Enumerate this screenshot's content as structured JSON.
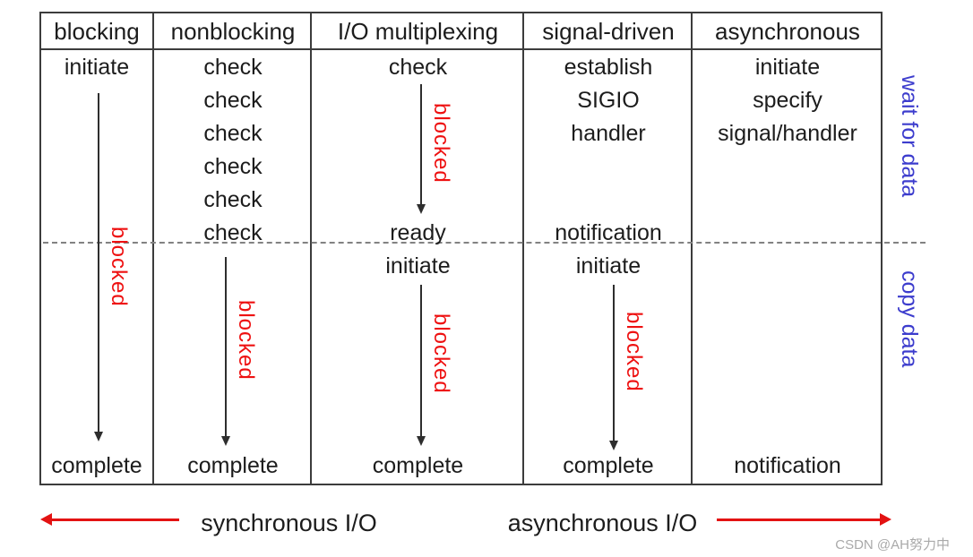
{
  "columns": [
    {
      "header": "blocking",
      "initiate": "initiate",
      "blocked": "blocked",
      "complete": "complete"
    },
    {
      "header": "nonblocking",
      "checks": [
        "check",
        "check",
        "check",
        "check",
        "check",
        "check"
      ],
      "blocked": "blocked",
      "complete": "complete"
    },
    {
      "header": "I/O multiplexing",
      "check": "check",
      "blocked_wait": "blocked",
      "ready": "ready",
      "initiate": "initiate",
      "blocked_copy": "blocked",
      "complete": "complete"
    },
    {
      "header": "signal-driven",
      "setup_lines": [
        "establish",
        "SIGIO",
        "handler"
      ],
      "notification": "notification",
      "initiate": "initiate",
      "blocked": "blocked",
      "complete": "complete"
    },
    {
      "header": "asynchronous",
      "setup_lines": [
        "initiate",
        "specify",
        "signal/handler"
      ],
      "notification": "notification"
    }
  ],
  "phase_labels": {
    "wait": "wait for data",
    "copy": "copy data"
  },
  "footer": {
    "synchronous": "synchronous I/O",
    "asynchronous": "asynchronous I/O"
  },
  "watermark": "CSDN @AH努力中",
  "colors": {
    "blocked_red": "#ee1111",
    "arrow_red": "#e31212",
    "phase_blue": "#3c3ccd",
    "border_gray": "#3c3c3c"
  }
}
